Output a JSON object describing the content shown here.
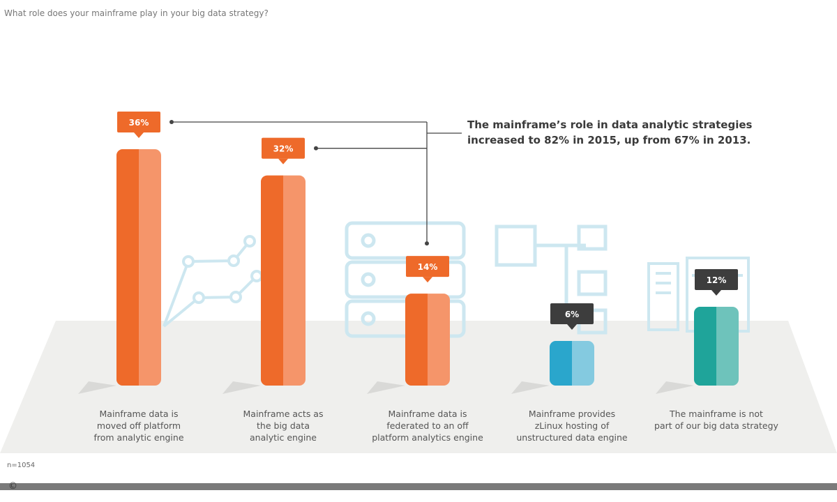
{
  "question": "What role does your mainframe play in your big data strategy?",
  "callout": "The mainframe’s role in data analytic strategies\nincreased to 82% in 2015, up from 67% in 2013.",
  "sample_note": "n=1054",
  "copyright": "©",
  "colors": {
    "orange_dark": "#ee6a2a",
    "orange_light": "#f5956a",
    "blue_dark": "#2aa6cc",
    "blue_light": "#84cae0",
    "teal_dark": "#1fa49a",
    "teal_light": "#6ec3bb",
    "badge_orange": "#ee6a2a",
    "badge_dark": "#3d3d3d",
    "floor": "#efefed",
    "icon_stroke": "#cde7f0",
    "connector": "#444444"
  },
  "chart_data": {
    "type": "bar",
    "categories": [
      "Mainframe data is\nmoved off platform\nfrom analytic engine",
      "Mainframe acts as\nthe big data\nanalytic engine",
      "Mainframe data is\nfederated to an off\nplatform analytics engine",
      "Mainframe provides\nzLinux hosting of\nunstructured data engine",
      "The mainframe is not\npart of our big data strategy"
    ],
    "values": [
      36,
      32,
      14,
      6,
      12
    ],
    "value_labels": [
      "36%",
      "32%",
      "14%",
      "6%",
      "12%"
    ],
    "bar_colors": [
      "orange",
      "orange",
      "orange",
      "blue",
      "teal"
    ],
    "badge_colors": [
      "badge_orange",
      "badge_orange",
      "badge_orange",
      "badge_dark",
      "badge_dark"
    ],
    "ylim": [
      0,
      36
    ],
    "grid": false,
    "legend": "none",
    "annotation": "The mainframe’s role in data analytic strategies increased to 82% in 2015, up from 67% in 2013."
  }
}
